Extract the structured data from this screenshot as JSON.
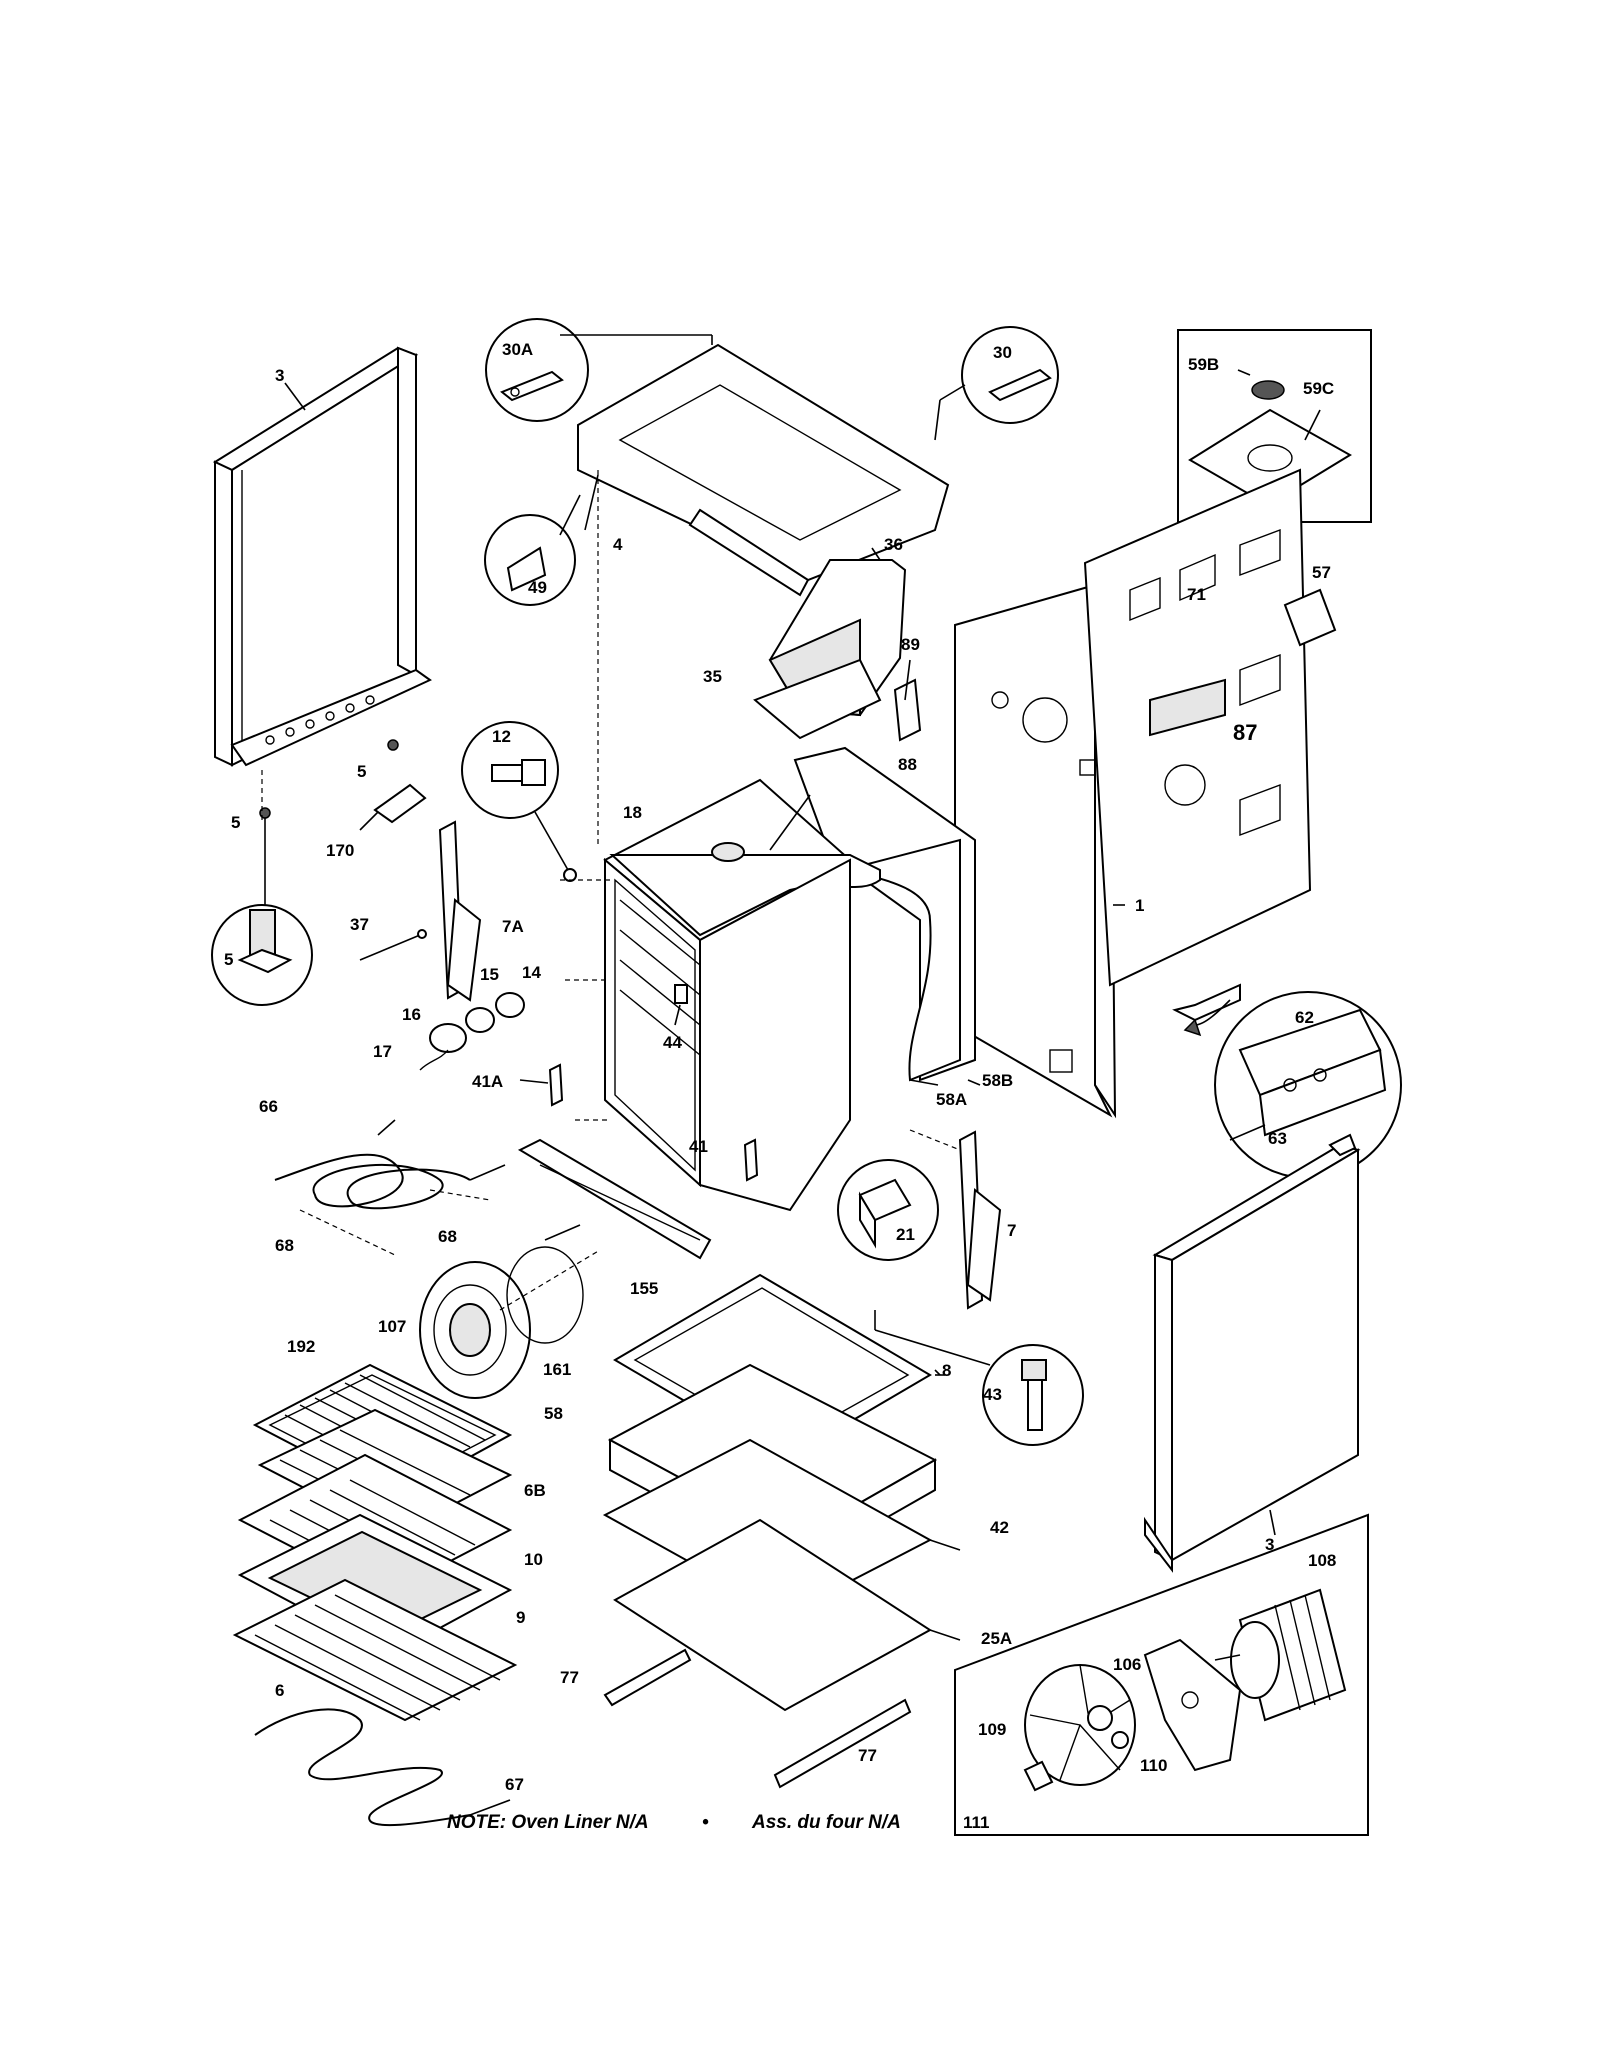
{
  "labels": {
    "l3a": "3",
    "l30a": "30A",
    "l30": "30",
    "l59b": "59B",
    "l59c": "59C",
    "l49": "49",
    "l4": "4",
    "l36": "36",
    "l71": "71",
    "l57": "57",
    "l89": "89",
    "l35": "35",
    "l88": "88",
    "l87": "87",
    "l5a": "5",
    "l12": "12",
    "l5b": "5",
    "l170": "170",
    "l18": "18",
    "l5c": "5",
    "l37": "37",
    "l7a": "7A",
    "l15": "15",
    "l14": "14",
    "l1": "1",
    "l62": "62",
    "l16": "16",
    "l17": "17",
    "l44": "44",
    "l41a": "41A",
    "l58a": "58A",
    "l58b": "58B",
    "l63": "63",
    "l66": "66",
    "l41": "41",
    "l21": "21",
    "l7": "7",
    "l68a": "68",
    "l68b": "68",
    "l155": "155",
    "l107": "107",
    "l192": "192",
    "l161": "161",
    "l8": "8",
    "l43": "43",
    "l58": "58",
    "l6b": "6B",
    "l10": "10",
    "l42": "42",
    "l3b": "3",
    "l108": "108",
    "l9": "9",
    "l106": "106",
    "l25a": "25A",
    "l77a": "77",
    "l6": "6",
    "l109": "109",
    "l110": "110",
    "l77b": "77",
    "l67": "67",
    "l111": "111"
  },
  "note": {
    "left": "NOTE: Oven Liner N/A",
    "bullet": "•",
    "right": "Ass. du four N/A"
  }
}
